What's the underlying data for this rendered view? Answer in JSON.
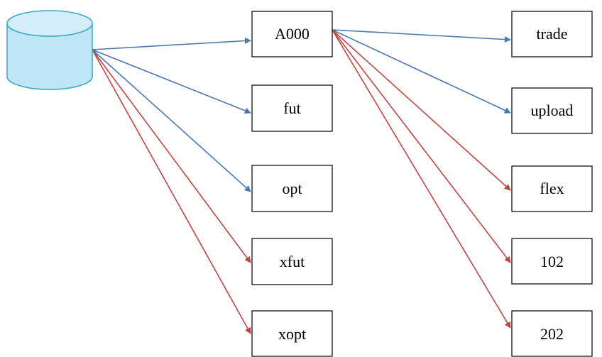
{
  "colors": {
    "blue_arrow": "#4a78b5",
    "red_arrow": "#be4540",
    "cylinder_fill": "#bfe6f5",
    "cylinder_stroke": "#3aa6c9"
  },
  "diagram": {
    "source": {
      "icon": "database-icon"
    },
    "nodes": [
      {
        "id": "a000",
        "label": "A000"
      },
      {
        "id": "fut",
        "label": "fut"
      },
      {
        "id": "opt",
        "label": "opt"
      },
      {
        "id": "xfut",
        "label": "xfut"
      },
      {
        "id": "xopt",
        "label": "xopt"
      },
      {
        "id": "trade",
        "label": "trade"
      },
      {
        "id": "upload",
        "label": "upload"
      },
      {
        "id": "flex",
        "label": "flex"
      },
      {
        "id": "n102",
        "label": "102"
      },
      {
        "id": "n202",
        "label": "202"
      }
    ],
    "edges": [
      {
        "from": "database",
        "to": "a000",
        "color": "blue"
      },
      {
        "from": "database",
        "to": "fut",
        "color": "blue"
      },
      {
        "from": "database",
        "to": "opt",
        "color": "blue"
      },
      {
        "from": "database",
        "to": "xfut",
        "color": "red"
      },
      {
        "from": "database",
        "to": "xopt",
        "color": "red"
      },
      {
        "from": "a000",
        "to": "trade",
        "color": "blue"
      },
      {
        "from": "a000",
        "to": "upload",
        "color": "blue"
      },
      {
        "from": "a000",
        "to": "flex",
        "color": "red"
      },
      {
        "from": "a000",
        "to": "n102",
        "color": "red"
      },
      {
        "from": "a000",
        "to": "n202",
        "color": "red"
      }
    ]
  }
}
